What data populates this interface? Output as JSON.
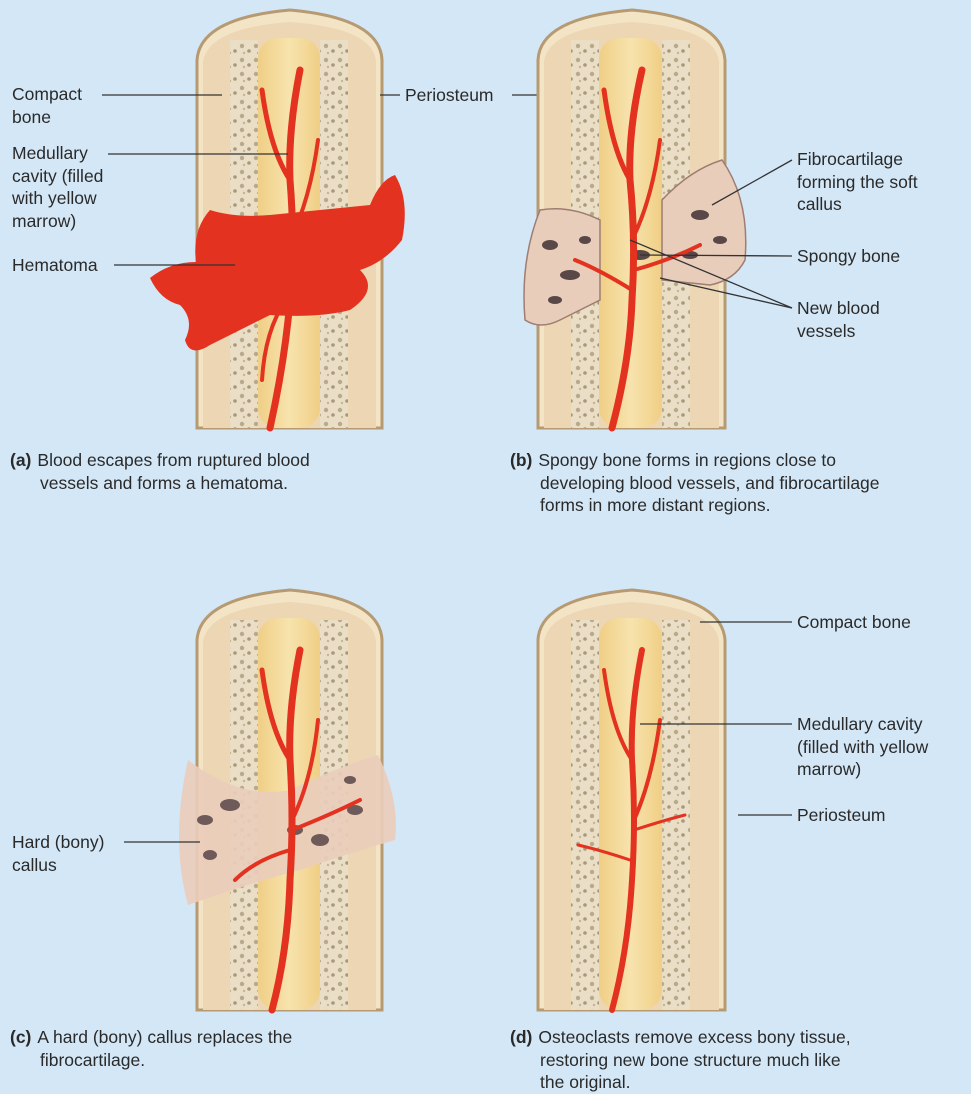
{
  "panels": [
    {
      "id": "a",
      "caption_letter": "(a)",
      "caption_lines": [
        "Blood escapes from ruptured blood",
        "vessels and forms a hematoma."
      ],
      "labels": {
        "compact_bone": "Compact\nbone",
        "medullary_cavity": "Medullary\ncavity (filled\nwith yellow\nmarrow)",
        "hematoma": "Hematoma",
        "periosteum": "Periosteum"
      }
    },
    {
      "id": "b",
      "caption_letter": "(b)",
      "caption_lines": [
        "Spongy bone forms in regions close to",
        "developing blood vessels, and fibrocartilage",
        "forms in more distant regions."
      ],
      "labels": {
        "fibrocartilage": "Fibrocartilage\nforming the soft\ncallus",
        "spongy_bone": "Spongy bone",
        "new_blood_vessels": "New blood\nvessels"
      }
    },
    {
      "id": "c",
      "caption_letter": "(c)",
      "caption_lines": [
        "A hard (bony) callus replaces the",
        "fibrocartilage."
      ],
      "labels": {
        "hard_callus": "Hard (bony)\ncallus"
      }
    },
    {
      "id": "d",
      "caption_letter": "(d)",
      "caption_lines": [
        "Osteoclasts remove excess bony tissue,",
        "restoring new bone structure much like",
        "the original."
      ],
      "labels": {
        "compact_bone": "Compact bone",
        "medullary_cavity": "Medullary cavity\n(filled with yellow\nmarrow)",
        "periosteum": "Periosteum"
      }
    }
  ],
  "colors": {
    "background": "#d4e7f6",
    "compact_bone": "#ecd6b3",
    "marrow": "#f2d58f",
    "blood": "#e3321f",
    "callus": "#e9cdbb",
    "leader_line": "#333333"
  }
}
